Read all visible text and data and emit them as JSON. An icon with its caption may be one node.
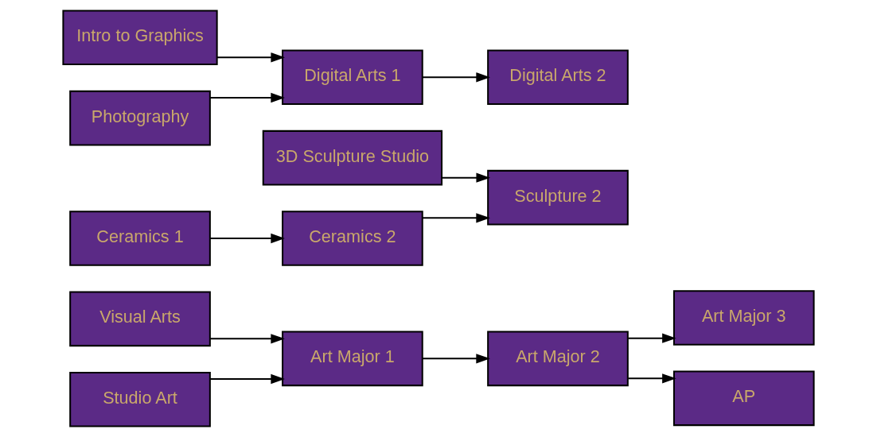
{
  "diagram": {
    "nodes": [
      {
        "text": [
          "Visual Arts"
        ]
      },
      {
        "text": [
          "Studio Art"
        ]
      },
      {
        "text": [
          "Art Major 1"
        ]
      },
      {
        "text": [
          "Art Major 2"
        ]
      },
      {
        "text": [
          "Art Major 3"
        ]
      },
      {
        "text": [
          "AP"
        ]
      },
      {
        "text": [
          "3D Sculpture Studio"
        ]
      },
      {
        "text": [
          "Sculpture 2"
        ]
      },
      {
        "text": [
          "Ceramics 1"
        ]
      },
      {
        "text": [
          "Ceramics 2"
        ]
      },
      {
        "text": [
          "Intro to Graphics"
        ]
      },
      {
        "text": [
          "Photography"
        ]
      },
      {
        "text": [
          "Digital Arts 1"
        ]
      },
      {
        "text": [
          "Digital Arts 2"
        ]
      }
    ],
    "edges": [
      {
        "from": 0,
        "to": 2,
        "arrow": "to"
      },
      {
        "from": 1,
        "to": 2,
        "arrow": "to"
      },
      {
        "from": 2,
        "to": 3,
        "arrow": "to"
      },
      {
        "from": 3,
        "to": 4,
        "arrow": "to"
      },
      {
        "from": 3,
        "to": 5,
        "arrow": "to"
      },
      {
        "from": 6,
        "to": 7,
        "arrow": "to"
      },
      {
        "from": 8,
        "to": 9,
        "arrow": "to"
      },
      {
        "from": 9,
        "to": 7,
        "arrow": "to"
      },
      {
        "from": 10,
        "to": 12,
        "arrow": "to"
      },
      {
        "from": 11,
        "to": 12,
        "arrow": "to"
      },
      {
        "from": 12,
        "to": 13,
        "arrow": "to"
      }
    ]
  }
}
